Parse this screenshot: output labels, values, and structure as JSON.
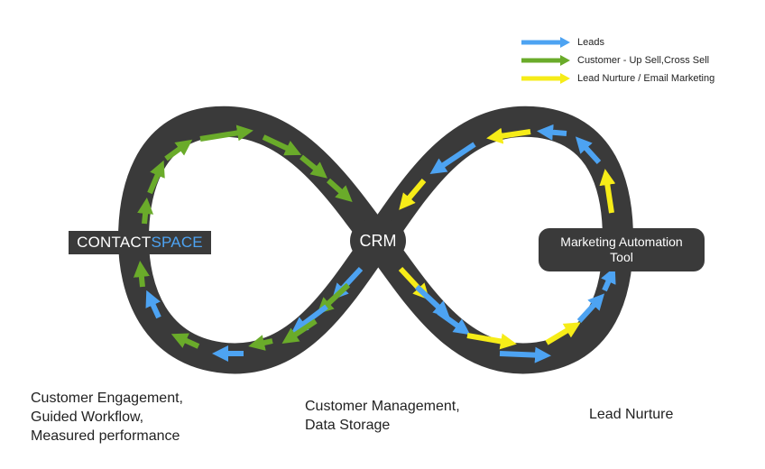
{
  "legend": [
    {
      "label": "Leads",
      "color": "#4da3f2"
    },
    {
      "label": "Customer - Up Sell,Cross Sell",
      "color": "#6aab2a"
    },
    {
      "label": "Lead Nurture / Email Marketing",
      "color": "#f6ec18"
    }
  ],
  "nodes": {
    "crm": "CRM",
    "contactspace_part1": "CONTACT",
    "contactspace_part2": "SPACE",
    "mat_line1": "Marketing Automation",
    "mat_line2": "Tool"
  },
  "captions": {
    "left": [
      "Customer Engagement,",
      "Guided Workflow,",
      "Measured performance"
    ],
    "middle": [
      "Customer Management,",
      "Data Storage"
    ],
    "right": [
      "Lead Nurture"
    ]
  },
  "colors": {
    "track": "#3a3a3a",
    "blue": "#4da3f2",
    "green": "#6aab2a",
    "yellow": "#f6ec18"
  }
}
